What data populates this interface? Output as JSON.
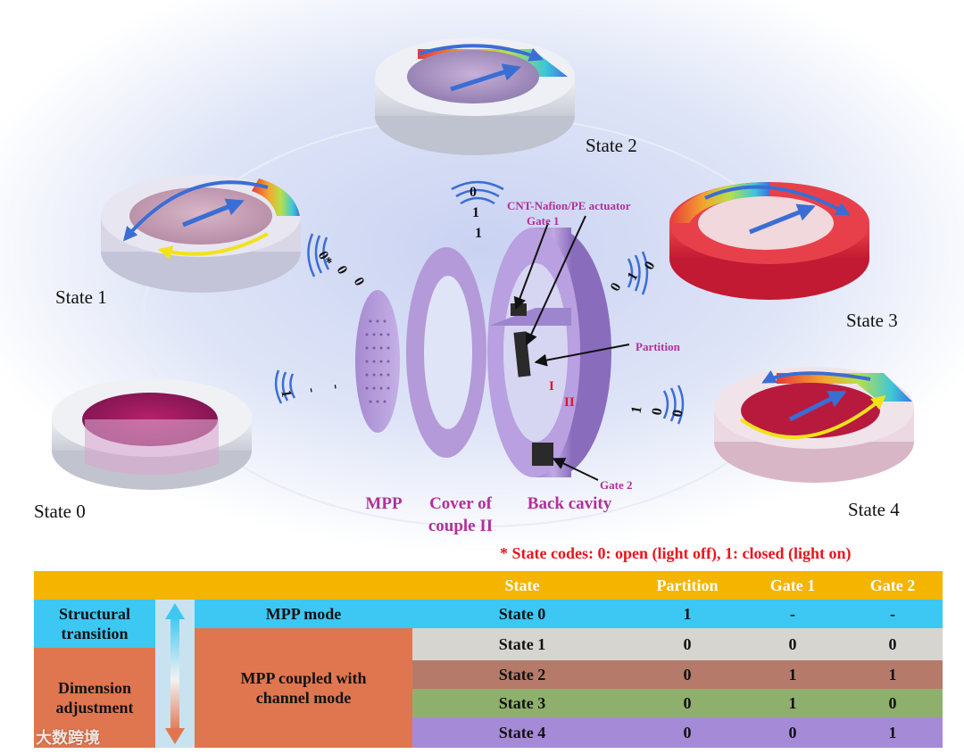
{
  "diagram": {
    "states": {
      "s0": "State 0",
      "s1": "State 1",
      "s2": "State 2",
      "s3": "State 3",
      "s4": "State 4"
    },
    "codes": {
      "s0": [
        "1",
        "-",
        "-"
      ],
      "s1": [
        "0*",
        "0",
        "0"
      ],
      "s2": [
        "0",
        "1",
        "1"
      ],
      "s3": [
        "0",
        "1",
        "0"
      ],
      "s4": [
        "1",
        "0",
        "0"
      ]
    },
    "labels": {
      "actuator": "CNT-Nafion/PE actuator",
      "gate1": "Gate 1",
      "partition": "Partition",
      "gate2": "Gate 2",
      "region_1": "I",
      "region_2": "II",
      "mpp": "MPP",
      "cover_line1": "Cover of",
      "cover_line2": "couple II",
      "back_cavity": "Back cavity"
    },
    "note": "* State codes: 0: open (light off), 1: closed  (light on)"
  },
  "table": {
    "headers": {
      "state": "State",
      "partition": "Partition",
      "gate1": "Gate 1",
      "gate2": "Gate 2"
    },
    "groups": {
      "structural": "Structural transition",
      "dimension": "Dimension adjustment"
    },
    "modes": {
      "mpp": "MPP mode",
      "coupled": "MPP coupled with channel mode"
    },
    "rows": [
      {
        "state": "State 0",
        "partition": "1",
        "gate1": "-",
        "gate2": "-"
      },
      {
        "state": "State 1",
        "partition": "0",
        "gate1": "0",
        "gate2": "0"
      },
      {
        "state": "State 2",
        "partition": "0",
        "gate1": "1",
        "gate2": "1"
      },
      {
        "state": "State 3",
        "partition": "0",
        "gate1": "1",
        "gate2": "0"
      },
      {
        "state": "State 4",
        "partition": "0",
        "gate1": "0",
        "gate2": "1"
      }
    ]
  },
  "watermark": "大数跨境",
  "colors": {
    "header": "#f5b400",
    "cyan": "#3cc8f2",
    "orange": "#e07650",
    "row1": "#d6d5d0",
    "row2": "#b57a6a",
    "row3": "#8fb06c",
    "row4": "#a58ad8",
    "magenta": "#b0309a",
    "note_red": "#e8141e"
  }
}
